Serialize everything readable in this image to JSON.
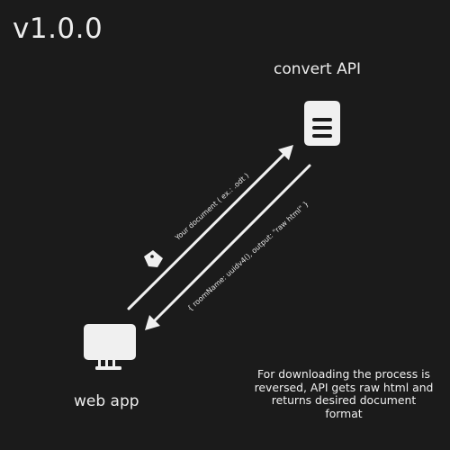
{
  "version": "v1.0.0",
  "nodes": {
    "api": {
      "label": "convert API",
      "icon": "server-icon"
    },
    "web": {
      "label": "web app",
      "icon": "monitor-icon"
    }
  },
  "edges": {
    "upload": {
      "label": "Your document ( ex.: .odt )",
      "icon": "document-icon"
    },
    "request": {
      "label": "{ roomName: uuidv4(), output: \"raw html\" }"
    }
  },
  "note": "For downloading the process is reversed, API gets raw html and returns desired document format",
  "colors": {
    "background": "#1b1b1b",
    "foreground": "#ececec"
  }
}
